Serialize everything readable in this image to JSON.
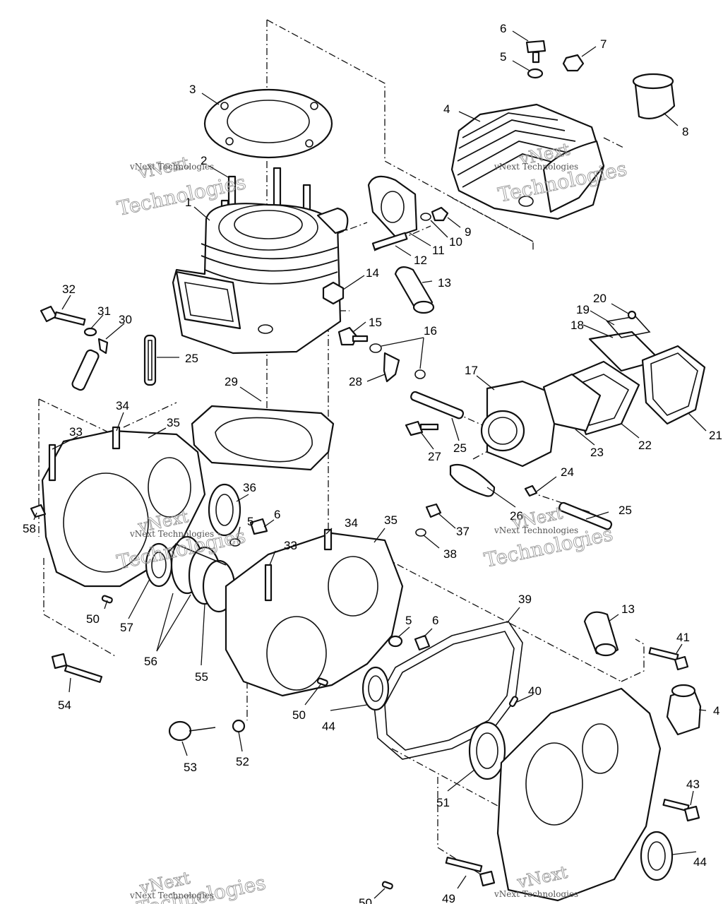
{
  "watermark": {
    "brand_line_1": "vNext",
    "brand_line_2": "Technologies",
    "small_text": "vNext Technologies"
  },
  "callouts": [
    {
      "id": "c1",
      "label": "1"
    },
    {
      "id": "c2",
      "label": "2"
    },
    {
      "id": "c3",
      "label": "3"
    },
    {
      "id": "c4",
      "label": "4"
    },
    {
      "id": "c5a",
      "label": "5"
    },
    {
      "id": "c6a",
      "label": "6"
    },
    {
      "id": "c7",
      "label": "7"
    },
    {
      "id": "c8",
      "label": "8"
    },
    {
      "id": "c9",
      "label": "9"
    },
    {
      "id": "c10",
      "label": "10"
    },
    {
      "id": "c11",
      "label": "11"
    },
    {
      "id": "c12",
      "label": "12"
    },
    {
      "id": "c13a",
      "label": "13"
    },
    {
      "id": "c14",
      "label": "14"
    },
    {
      "id": "c15",
      "label": "15"
    },
    {
      "id": "c16",
      "label": "16"
    },
    {
      "id": "c17",
      "label": "17"
    },
    {
      "id": "c18",
      "label": "18"
    },
    {
      "id": "c19",
      "label": "19"
    },
    {
      "id": "c20",
      "label": "20"
    },
    {
      "id": "c21",
      "label": "21"
    },
    {
      "id": "c22",
      "label": "22"
    },
    {
      "id": "c23",
      "label": "23"
    },
    {
      "id": "c24",
      "label": "24"
    },
    {
      "id": "c25a",
      "label": "25"
    },
    {
      "id": "c25b",
      "label": "25"
    },
    {
      "id": "c25c",
      "label": "25"
    },
    {
      "id": "c26",
      "label": "26"
    },
    {
      "id": "c27",
      "label": "27"
    },
    {
      "id": "c28",
      "label": "28"
    },
    {
      "id": "c29",
      "label": "29"
    },
    {
      "id": "c30",
      "label": "30"
    },
    {
      "id": "c31",
      "label": "31"
    },
    {
      "id": "c32",
      "label": "32"
    },
    {
      "id": "c33a",
      "label": "33"
    },
    {
      "id": "c33b",
      "label": "33"
    },
    {
      "id": "c34a",
      "label": "34"
    },
    {
      "id": "c34b",
      "label": "34"
    },
    {
      "id": "c35a",
      "label": "35"
    },
    {
      "id": "c35b",
      "label": "35"
    },
    {
      "id": "c36",
      "label": "36"
    },
    {
      "id": "c5b",
      "label": "5"
    },
    {
      "id": "c6b",
      "label": "6"
    },
    {
      "id": "c37",
      "label": "37"
    },
    {
      "id": "c38",
      "label": "38"
    },
    {
      "id": "c58",
      "label": "58"
    },
    {
      "id": "c50a",
      "label": "50"
    },
    {
      "id": "c57",
      "label": "57"
    },
    {
      "id": "c56",
      "label": "56"
    },
    {
      "id": "c55",
      "label": "55"
    },
    {
      "id": "c54",
      "label": "54"
    },
    {
      "id": "c39",
      "label": "39"
    },
    {
      "id": "c13b",
      "label": "13"
    },
    {
      "id": "c41",
      "label": "41"
    },
    {
      "id": "c42",
      "label": "4"
    },
    {
      "id": "c5c",
      "label": "5"
    },
    {
      "id": "c6c",
      "label": "6"
    },
    {
      "id": "c40",
      "label": "40"
    },
    {
      "id": "c50b",
      "label": "50"
    },
    {
      "id": "c44a",
      "label": "44"
    },
    {
      "id": "c53",
      "label": "53"
    },
    {
      "id": "c52",
      "label": "52"
    },
    {
      "id": "c51",
      "label": "51"
    },
    {
      "id": "c43",
      "label": "43"
    },
    {
      "id": "c44b",
      "label": "44"
    },
    {
      "id": "c49",
      "label": "49"
    },
    {
      "id": "c50c",
      "label": "50"
    }
  ]
}
